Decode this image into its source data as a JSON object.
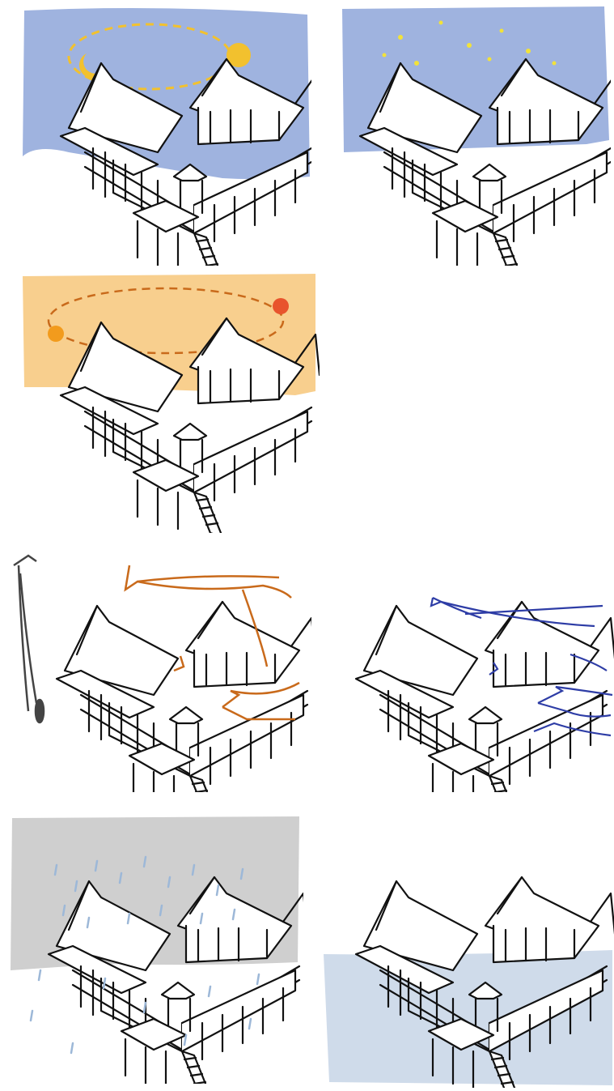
{
  "panels": [
    {
      "id": "day-night-cycle",
      "bg": "#9fb3df",
      "accent": "#f2c12e",
      "icons": [
        "moon-icon",
        "sun-icon"
      ]
    },
    {
      "id": "night-stars",
      "bg": "#9fb3df",
      "accent": "#f2e23a",
      "icons": [
        "star-icon"
      ]
    },
    {
      "id": "sun-path-warm",
      "bg": "#f8cf8e",
      "accent": "#c96a1b",
      "icons": [
        "sunrise-icon",
        "sunset-icon"
      ]
    },
    {
      "id": "wind-orange",
      "accent": "#c96a1b",
      "icons": [
        "wind-arrow-icon",
        "wind-vane-icon"
      ]
    },
    {
      "id": "wind-blue",
      "accent": "#2e3da6",
      "icons": [
        "wind-arrow-icon"
      ]
    },
    {
      "id": "rain",
      "bg": "#cfcfcf",
      "accent": "#9db8d8",
      "icons": [
        "rain-icon"
      ]
    },
    {
      "id": "flood-water",
      "bg": "#cfdbea",
      "icons": [
        "water-icon"
      ]
    }
  ]
}
